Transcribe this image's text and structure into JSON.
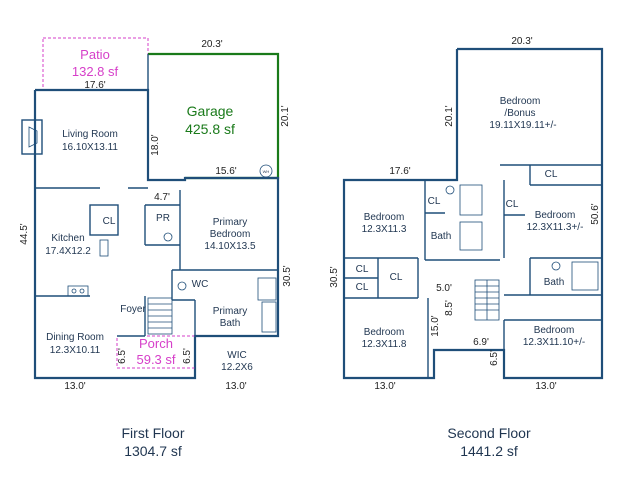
{
  "first_floor": {
    "title": "First Floor",
    "area": "1304.7 sf",
    "patio": {
      "name": "Patio",
      "area": "132.8 sf"
    },
    "porch": {
      "name": "Porch",
      "area": "59.3 sf"
    },
    "garage": {
      "name": "Garage",
      "area": "425.8 sf"
    },
    "rooms": {
      "living_name": "Living Room",
      "living_size": "16.10X13.11",
      "kitchen_name": "Kitchen",
      "kitchen_size": "17.4X12.2",
      "dining_name": "Dining Room",
      "dining_size": "12.3X10.11",
      "primary_bed_name_1": "Primary",
      "primary_bed_name_2": "Bedroom",
      "primary_bed_size": "14.10X13.5",
      "primary_bath_1": "Primary",
      "primary_bath_2": "Bath",
      "wic_name": "WIC",
      "wic_size": "12.2X6",
      "cl": "CL",
      "pr": "PR",
      "wc": "WC",
      "foyer": "Foyer",
      "wh": "WH"
    },
    "dims": {
      "patio_top": "17.6'",
      "garage_top": "20.3'",
      "garage_right": "20.1'",
      "garage_left": "18.0'",
      "garage_bottom": "15.6'",
      "small": "4.7'",
      "left": "44.5'",
      "right": "30.5'",
      "bottom_left": "13.0'",
      "bottom_right": "13.0'",
      "porch_left": "6.5'",
      "porch_right": "6.5'"
    }
  },
  "second_floor": {
    "title": "Second Floor",
    "area": "1441.2 sf",
    "rooms": {
      "bonus_1": "Bedroom",
      "bonus_2": "/Bonus",
      "bonus_size": "19.11X19.11+/-",
      "bed_a_name": "Bedroom",
      "bed_a_size": "12.3X11.3",
      "bed_b_name": "Bedroom",
      "bed_b_size": "12.3X11.3+/-",
      "bed_c_name": "Bedroom",
      "bed_c_size": "12.3X11.8",
      "bed_d_name": "Bedroom",
      "bed_d_size": "12.3X11.10+/-",
      "bath": "Bath",
      "cl": "CL"
    },
    "dims": {
      "top": "20.3'",
      "bonus_left": "20.1'",
      "mid_top": "17.6'",
      "right": "50.6'",
      "left": "30.5'",
      "hall_h": "5.0'",
      "hall_v1": "8.5'",
      "hall_v2": "15.0'",
      "stair": "6.9'",
      "stair_v": "6.5'",
      "bottom_left": "13.0'",
      "bottom_right": "13.0'"
    }
  }
}
